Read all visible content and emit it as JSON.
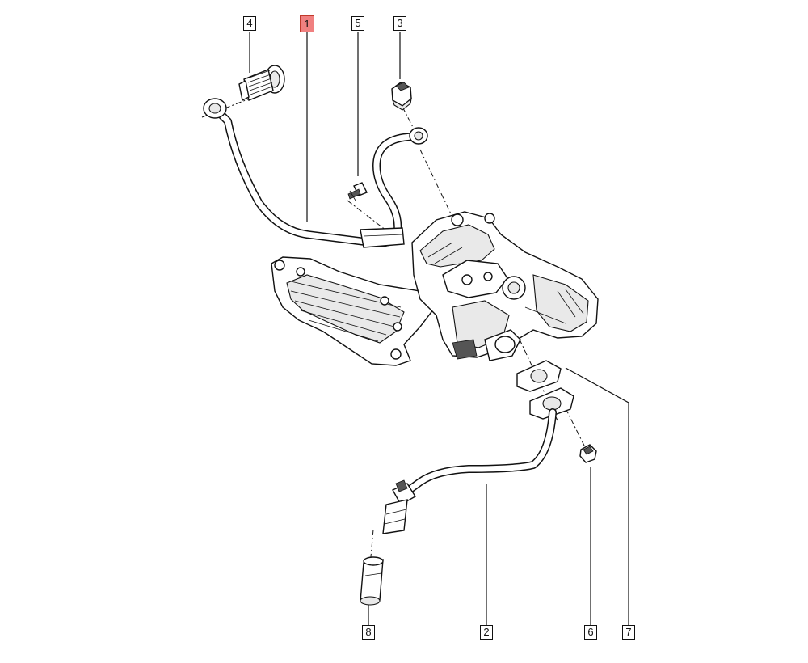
{
  "diagram": {
    "highlight_color": "#f08080",
    "callouts": [
      {
        "id": "4",
        "label": "4",
        "highlighted": false
      },
      {
        "id": "1",
        "label": "1",
        "highlighted": true
      },
      {
        "id": "5",
        "label": "5",
        "highlighted": false
      },
      {
        "id": "3",
        "label": "3",
        "highlighted": false
      },
      {
        "id": "8",
        "label": "8",
        "highlighted": false
      },
      {
        "id": "2",
        "label": "2",
        "highlighted": false
      },
      {
        "id": "6",
        "label": "6",
        "highlighted": false
      },
      {
        "id": "7",
        "label": "7",
        "highlighted": false
      }
    ]
  }
}
